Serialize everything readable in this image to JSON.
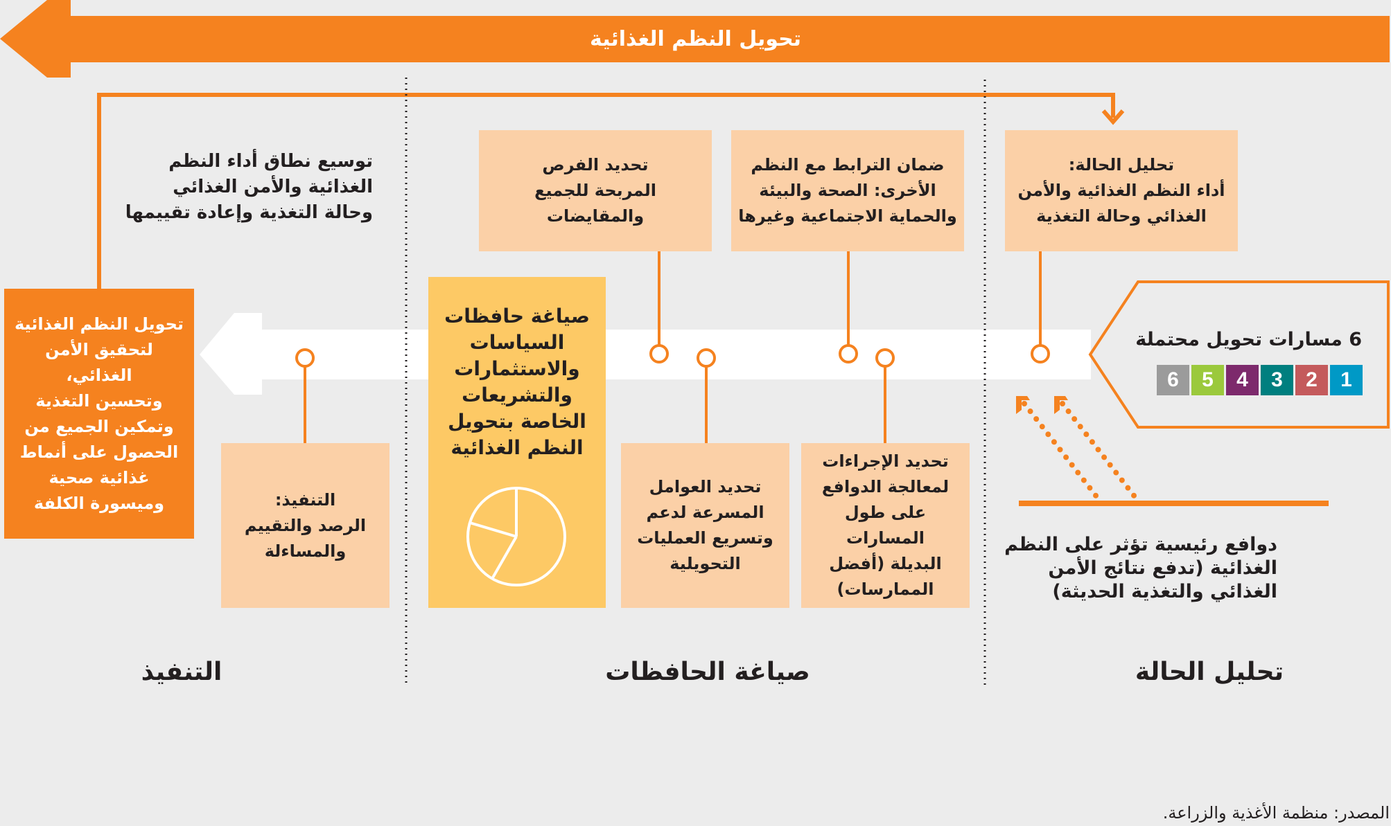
{
  "header": {
    "title": "تحويل النظم الغذائية"
  },
  "sections": {
    "implementation": "التنفيذ",
    "policy_formulation": "صياغة الحافظات",
    "situation_analysis": "تحليل الحالة"
  },
  "top_boxes": {
    "situation": "تحليل الحالة:\nأداء النظم الغذائية والأمن\nالغذائي وحالة التغذية",
    "linkages": "ضمان الترابط مع النظم\nالأخرى: الصحة والبيئة\nوالحماية الاجتماعية وغيرها",
    "win_win": "تحديد الفرص\nالمربحة للجميع\nوالمقايضات"
  },
  "scale_up_text": "توسيع نطاق أداء النظم\nالغذائية والأمن الغذائي\nوحالة التغذية وإعادة تقييمها",
  "goal_box": "تحويل النظم الغذائية\nلتحقيق الأمن الغذائي،\nوتحسين التغذية\nوتمكين الجميع من\nالحصول على أنماط\nغذائية صحية\nوميسورة الكلفة",
  "policy_box": "صياغة حافظات\nالسياسات\nوالاستثمارات\nوالتشريعات\nالخاصة بتحويل\nالنظم الغذائية",
  "bottom_boxes": {
    "implementation": "التنفيذ:\nالرصد والتقييم\nوالمساءلة",
    "accelerators": "تحديد العوامل\nالمسرعة لدعم\nوتسريع العمليات\nالتحويلية",
    "actions": "تحديد الإجراءات\nلمعالجة الدوافع\nعلى طول المسارات\nالبديلة (أفضل\nالممارسات)"
  },
  "pathways": {
    "title": "6 مسارات تحويل محتملة",
    "items": [
      {
        "label": "1",
        "color": "#0099c6"
      },
      {
        "label": "2",
        "color": "#c45a5c"
      },
      {
        "label": "3",
        "color": "#007f7f"
      },
      {
        "label": "4",
        "color": "#7d2a6c"
      },
      {
        "label": "5",
        "color": "#9bc93c"
      },
      {
        "label": "6",
        "color": "#9b9b9b"
      }
    ]
  },
  "drivers_text": "دوافع رئيسية تؤثر على النظم\nالغذائية (تدفع نتائج الأمن\nالغذائي والتغذية الحديثة)",
  "source": "المصدر: منظمة الأغذية والزراعة.",
  "colors": {
    "orange": "#f5821f",
    "peach": "#fbd0a7",
    "yellow": "#fdc965",
    "background": "#ececec"
  }
}
